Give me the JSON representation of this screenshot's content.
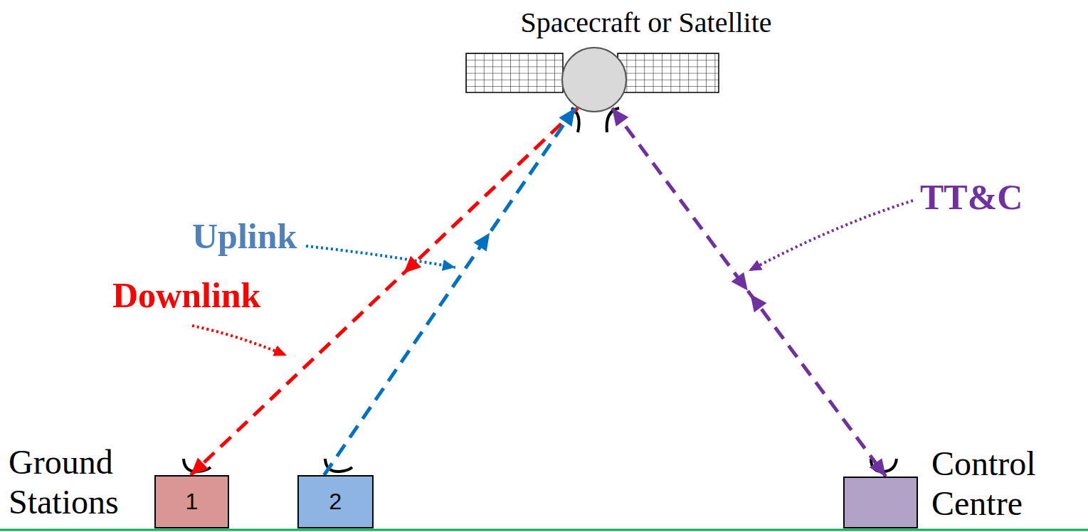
{
  "diagram": {
    "nodes": [
      {
        "text": [
          "Spacecraft or Satellite"
        ]
      },
      {
        "text": [
          "1"
        ]
      },
      {
        "text": [
          "2"
        ]
      },
      {
        "text": [
          "Control Centre"
        ]
      }
    ],
    "edges": [
      {
        "from": 0,
        "to": 1,
        "arrow": "to"
      },
      {
        "from": 2,
        "to": 0,
        "arrow": "to"
      },
      {
        "from": 0,
        "to": 3,
        "arrow": "both"
      }
    ],
    "labels": [
      "Uplink",
      "TT&C",
      "Downlink",
      "Ground Stations"
    ]
  }
}
